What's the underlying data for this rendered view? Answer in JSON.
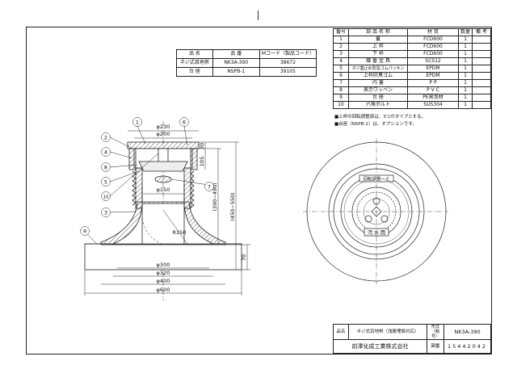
{
  "parts_table": {
    "headers": [
      "番号",
      "部 品 名 称",
      "材 質",
      "数量",
      "備 考"
    ],
    "rows": [
      [
        "1",
        "蓋",
        "FCD600",
        "1",
        ""
      ],
      [
        "2",
        "上 枠",
        "FCD600",
        "1",
        ""
      ],
      [
        "3",
        "下 枠",
        "FCD600",
        "1",
        ""
      ],
      [
        "4",
        "蝶 番 金 具",
        "SCS12",
        "1",
        ""
      ],
      [
        "5",
        "ネジ蓋止め防臭ゴムパッキン",
        "EPDM",
        "1",
        ""
      ],
      [
        "6",
        "上枠防臭ゴム",
        "EPDM",
        "1",
        ""
      ],
      [
        "7",
        "内 蓋",
        "P P",
        "1",
        ""
      ],
      [
        "8",
        "表示ワッペン",
        "P V C",
        "1",
        ""
      ],
      [
        "9",
        "台 座",
        "PE発泡材",
        "1",
        ""
      ],
      [
        "10",
        "六角ボルト",
        "SUS304",
        "1",
        ""
      ]
    ]
  },
  "notes": [
    "■上枠の回転調整部は、3つ爪タイプとする。",
    "■台座（NSPB-1）は、オプションです。"
  ],
  "product_table": {
    "headers": [
      "品 名",
      "品 番",
      "Mコード（製品コード）"
    ],
    "rows": [
      [
        "ネジ式目地桝",
        "NK3A-390",
        "38672"
      ],
      [
        "台 座",
        "NSPB-1",
        "39105"
      ]
    ]
  },
  "title_block": {
    "name_label": "品名",
    "name_value": "ネジ式目地桝（浅層埋設対応）",
    "model_label": "形式（略号）",
    "model_value": "NK3A-390",
    "company": "前澤化成工業株式会社",
    "drawing_label": "図番",
    "drawing_number": "15442042"
  },
  "drawing": {
    "dims": [
      "φ230",
      "φ200",
      "30",
      "105",
      "φ150",
      "(390~490)",
      "(450~550)",
      "R150",
      "70",
      "φ300",
      "φ320",
      "φ400",
      "φ600"
    ],
    "callouts": [
      "1",
      "2",
      "4",
      "8",
      "5",
      "10",
      "3",
      "6",
      "7",
      "9"
    ],
    "lid_label": "回転調整一止",
    "lid_marks": [
      "汚",
      "水",
      "雨"
    ]
  }
}
